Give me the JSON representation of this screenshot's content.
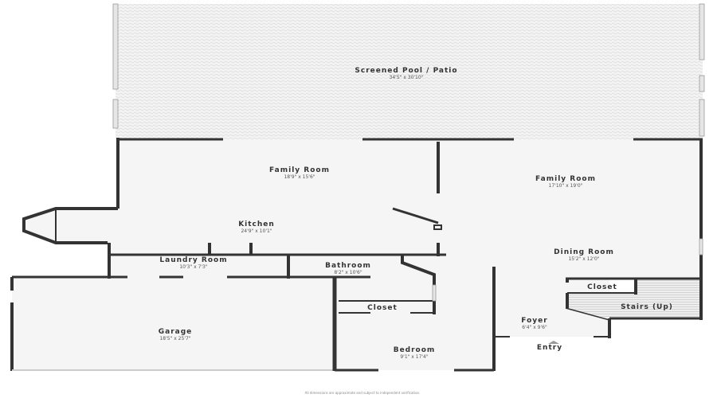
{
  "rooms": [
    {
      "name": "Screened Pool / Patio",
      "dims": "34'5\" x 30'10\""
    },
    {
      "name": "Family Room",
      "dims": "18'9\" x 15'6\""
    },
    {
      "name": "Family Room",
      "dims": "17'10\" x 19'0\""
    },
    {
      "name": "Kitchen",
      "dims": "24'9\" x 10'1\""
    },
    {
      "name": "Laundry Room",
      "dims": "10'3\" x 7'3\""
    },
    {
      "name": "Bathroom",
      "dims": "8'2\" x 10'6\""
    },
    {
      "name": "Dining Room",
      "dims": "15'2\" x 12'0\""
    },
    {
      "name": "Garage",
      "dims": "18'5\" x 25'7\""
    },
    {
      "name": "Bedroom",
      "dims": "9'1\" x 17'4\""
    },
    {
      "name": "Foyer",
      "dims": "6'4\" x 9'6\""
    }
  ],
  "labels": {
    "closet1": "Closet",
    "closet2": "Closet",
    "stairs": "Stairs (Up)",
    "entry": "Entry"
  },
  "footer": "All dimensions are approximate and subject to independent verification.",
  "colors": {
    "wall": "#333333",
    "floor": "#f5f5f5",
    "hatch": "#dddddd"
  }
}
